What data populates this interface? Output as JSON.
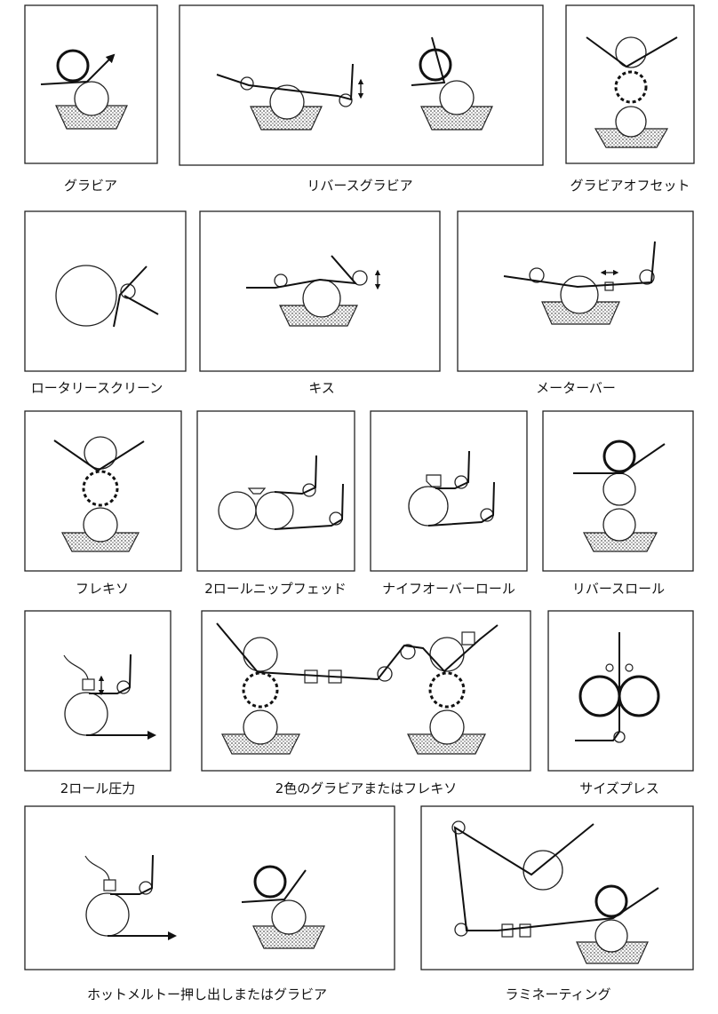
{
  "labels": {
    "gravure": "グラビア",
    "reverse_gravure": "リバースグラビア",
    "gravure_offset": "グラビアオフセット",
    "rotary_screen": "ロータリースクリーン",
    "kiss": "キス",
    "meter_bar": "メーターバー",
    "flexo": "フレキソ",
    "two_roll_nip_fed": "2ロールニップフェッド",
    "knife_over_roll": "ナイフオーバーロール",
    "reverse_roll": "リバースロール",
    "two_roll_pressure": "2ロール圧力",
    "two_color": "2色のグラビアまたはフレキソ",
    "size_press": "サイズプレス",
    "hot_melt": "ホットメルトー押し出しまたはグラビア",
    "laminating": "ラミネーティング"
  },
  "colors": {
    "line": "#111111",
    "background": "#ffffff"
  }
}
